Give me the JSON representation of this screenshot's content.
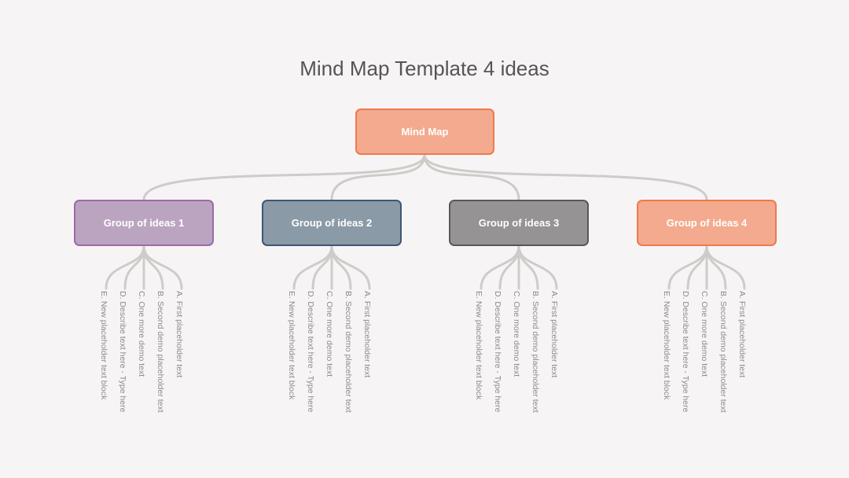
{
  "title": "Mind Map Template 4 ideas",
  "root": {
    "label": "Mind Map",
    "fill": "#f3aa8e",
    "border": "#ee7a4c"
  },
  "connector_color": "#cfcbc8",
  "groups": [
    {
      "label": "Group of ideas 1",
      "fill": "#bba4c0",
      "border": "#9b6aa8",
      "items": [
        "E. New placeholder text block",
        "D. Describe text here - Type here",
        "C. One more demo text",
        "B. Second demo placeholder text",
        "A. First placeholder text"
      ]
    },
    {
      "label": "Group of ideas 2",
      "fill": "#8a9aa6",
      "border": "#3f5674",
      "items": [
        "E. New placeholder text block",
        "D. Describe text here - Type here",
        "C. One more demo text",
        "B. Second demo placeholder text",
        "A. First placeholder text"
      ]
    },
    {
      "label": "Group of ideas 3",
      "fill": "#959394",
      "border": "#5a5758",
      "items": [
        "E. New placeholder text block",
        "D. Describe text here - Type here",
        "C. One more demo text",
        "B. Second demo placeholder text",
        "A. First placeholder text"
      ]
    },
    {
      "label": "Group of ideas 4",
      "fill": "#f3aa8e",
      "border": "#ee7a4c",
      "items": [
        "E. New placeholder text block",
        "D. Describe text here - Type here",
        "C. One more demo text",
        "B. Second demo placeholder text",
        "A. First placeholder text"
      ]
    }
  ]
}
